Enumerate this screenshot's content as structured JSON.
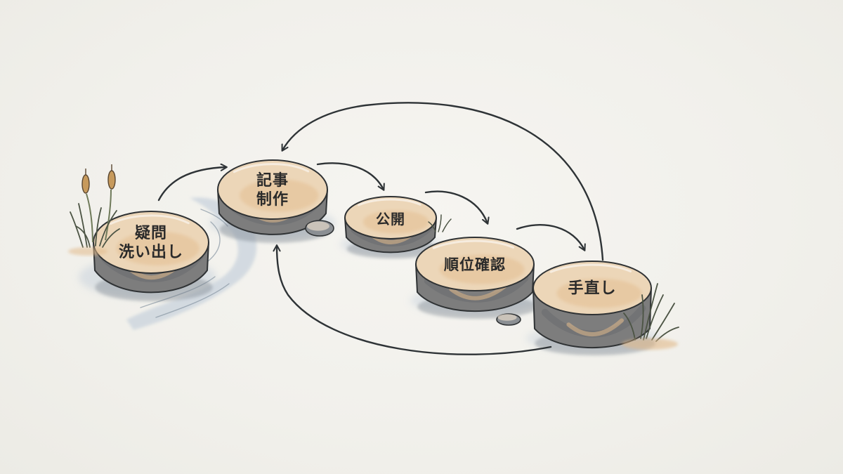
{
  "diagram": {
    "colors": {
      "paper": "#f2f1ec",
      "stone_top": "#ecd6b8",
      "stone_top_warm": "#e2ba8a",
      "stone_side": "#7d7d7d",
      "stone_shadow": "#5e6166",
      "outline": "#2f3234",
      "water": "#c9d3dd",
      "arrow": "#2e3336",
      "reed": "#c79a5c",
      "grass": "#6f7a5a"
    },
    "steps": [
      {
        "id": "step-1",
        "lines": [
          "疑問",
          "洗い出し"
        ]
      },
      {
        "id": "step-2",
        "lines": [
          "記事",
          "制作"
        ]
      },
      {
        "id": "step-3",
        "lines": [
          "公開"
        ]
      },
      {
        "id": "step-4",
        "lines": [
          "順位確認"
        ]
      },
      {
        "id": "step-5",
        "lines": [
          "手直し"
        ]
      }
    ],
    "flow": [
      {
        "from": "step-1",
        "to": "step-2"
      },
      {
        "from": "step-2",
        "to": "step-3"
      },
      {
        "from": "step-3",
        "to": "step-4"
      },
      {
        "from": "step-4",
        "to": "step-5"
      },
      {
        "from": "step-5",
        "to": "step-2"
      },
      {
        "from": "step-5",
        "to": "step-2"
      }
    ]
  }
}
